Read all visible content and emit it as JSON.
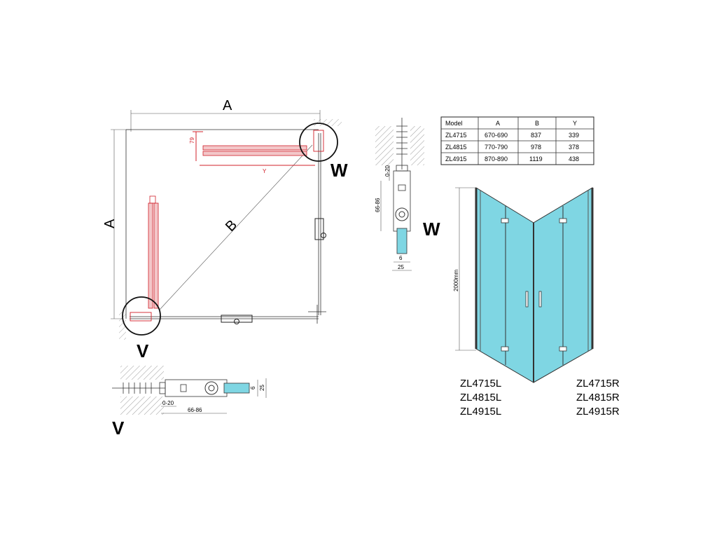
{
  "plan": {
    "dim_a_top": "A",
    "dim_a_left": "A",
    "dim_b": "B",
    "dim_79": "79",
    "dim_y": "Y",
    "label_w": "W",
    "label_v": "V"
  },
  "detail_w": {
    "label": "W",
    "dim_0_20": "0-20",
    "dim_66_86": "66-86",
    "dim_6": "6",
    "dim_25": "25"
  },
  "detail_v": {
    "label": "V",
    "dim_0_20": "0-20",
    "dim_66_86": "66-86",
    "dim_6": "6",
    "dim_25": "25"
  },
  "table": {
    "headers": [
      "Model",
      "A",
      "B",
      "Y"
    ],
    "rows": [
      [
        "ZL4715",
        "670-690",
        "837",
        "339"
      ],
      [
        "ZL4815",
        "770-790",
        "978",
        "378"
      ],
      [
        "ZL4915",
        "870-890",
        "1119",
        "438"
      ]
    ]
  },
  "elevation": {
    "height_label": "2000mm"
  },
  "models_left": [
    "ZL4715L",
    "ZL4815L",
    "ZL4915L"
  ],
  "models_right": [
    "ZL4715R",
    "ZL4815R",
    "ZL4915R"
  ],
  "colors": {
    "glass": "#7fd6e3",
    "hinge_red": "#d0202a",
    "frame": "#333333"
  }
}
